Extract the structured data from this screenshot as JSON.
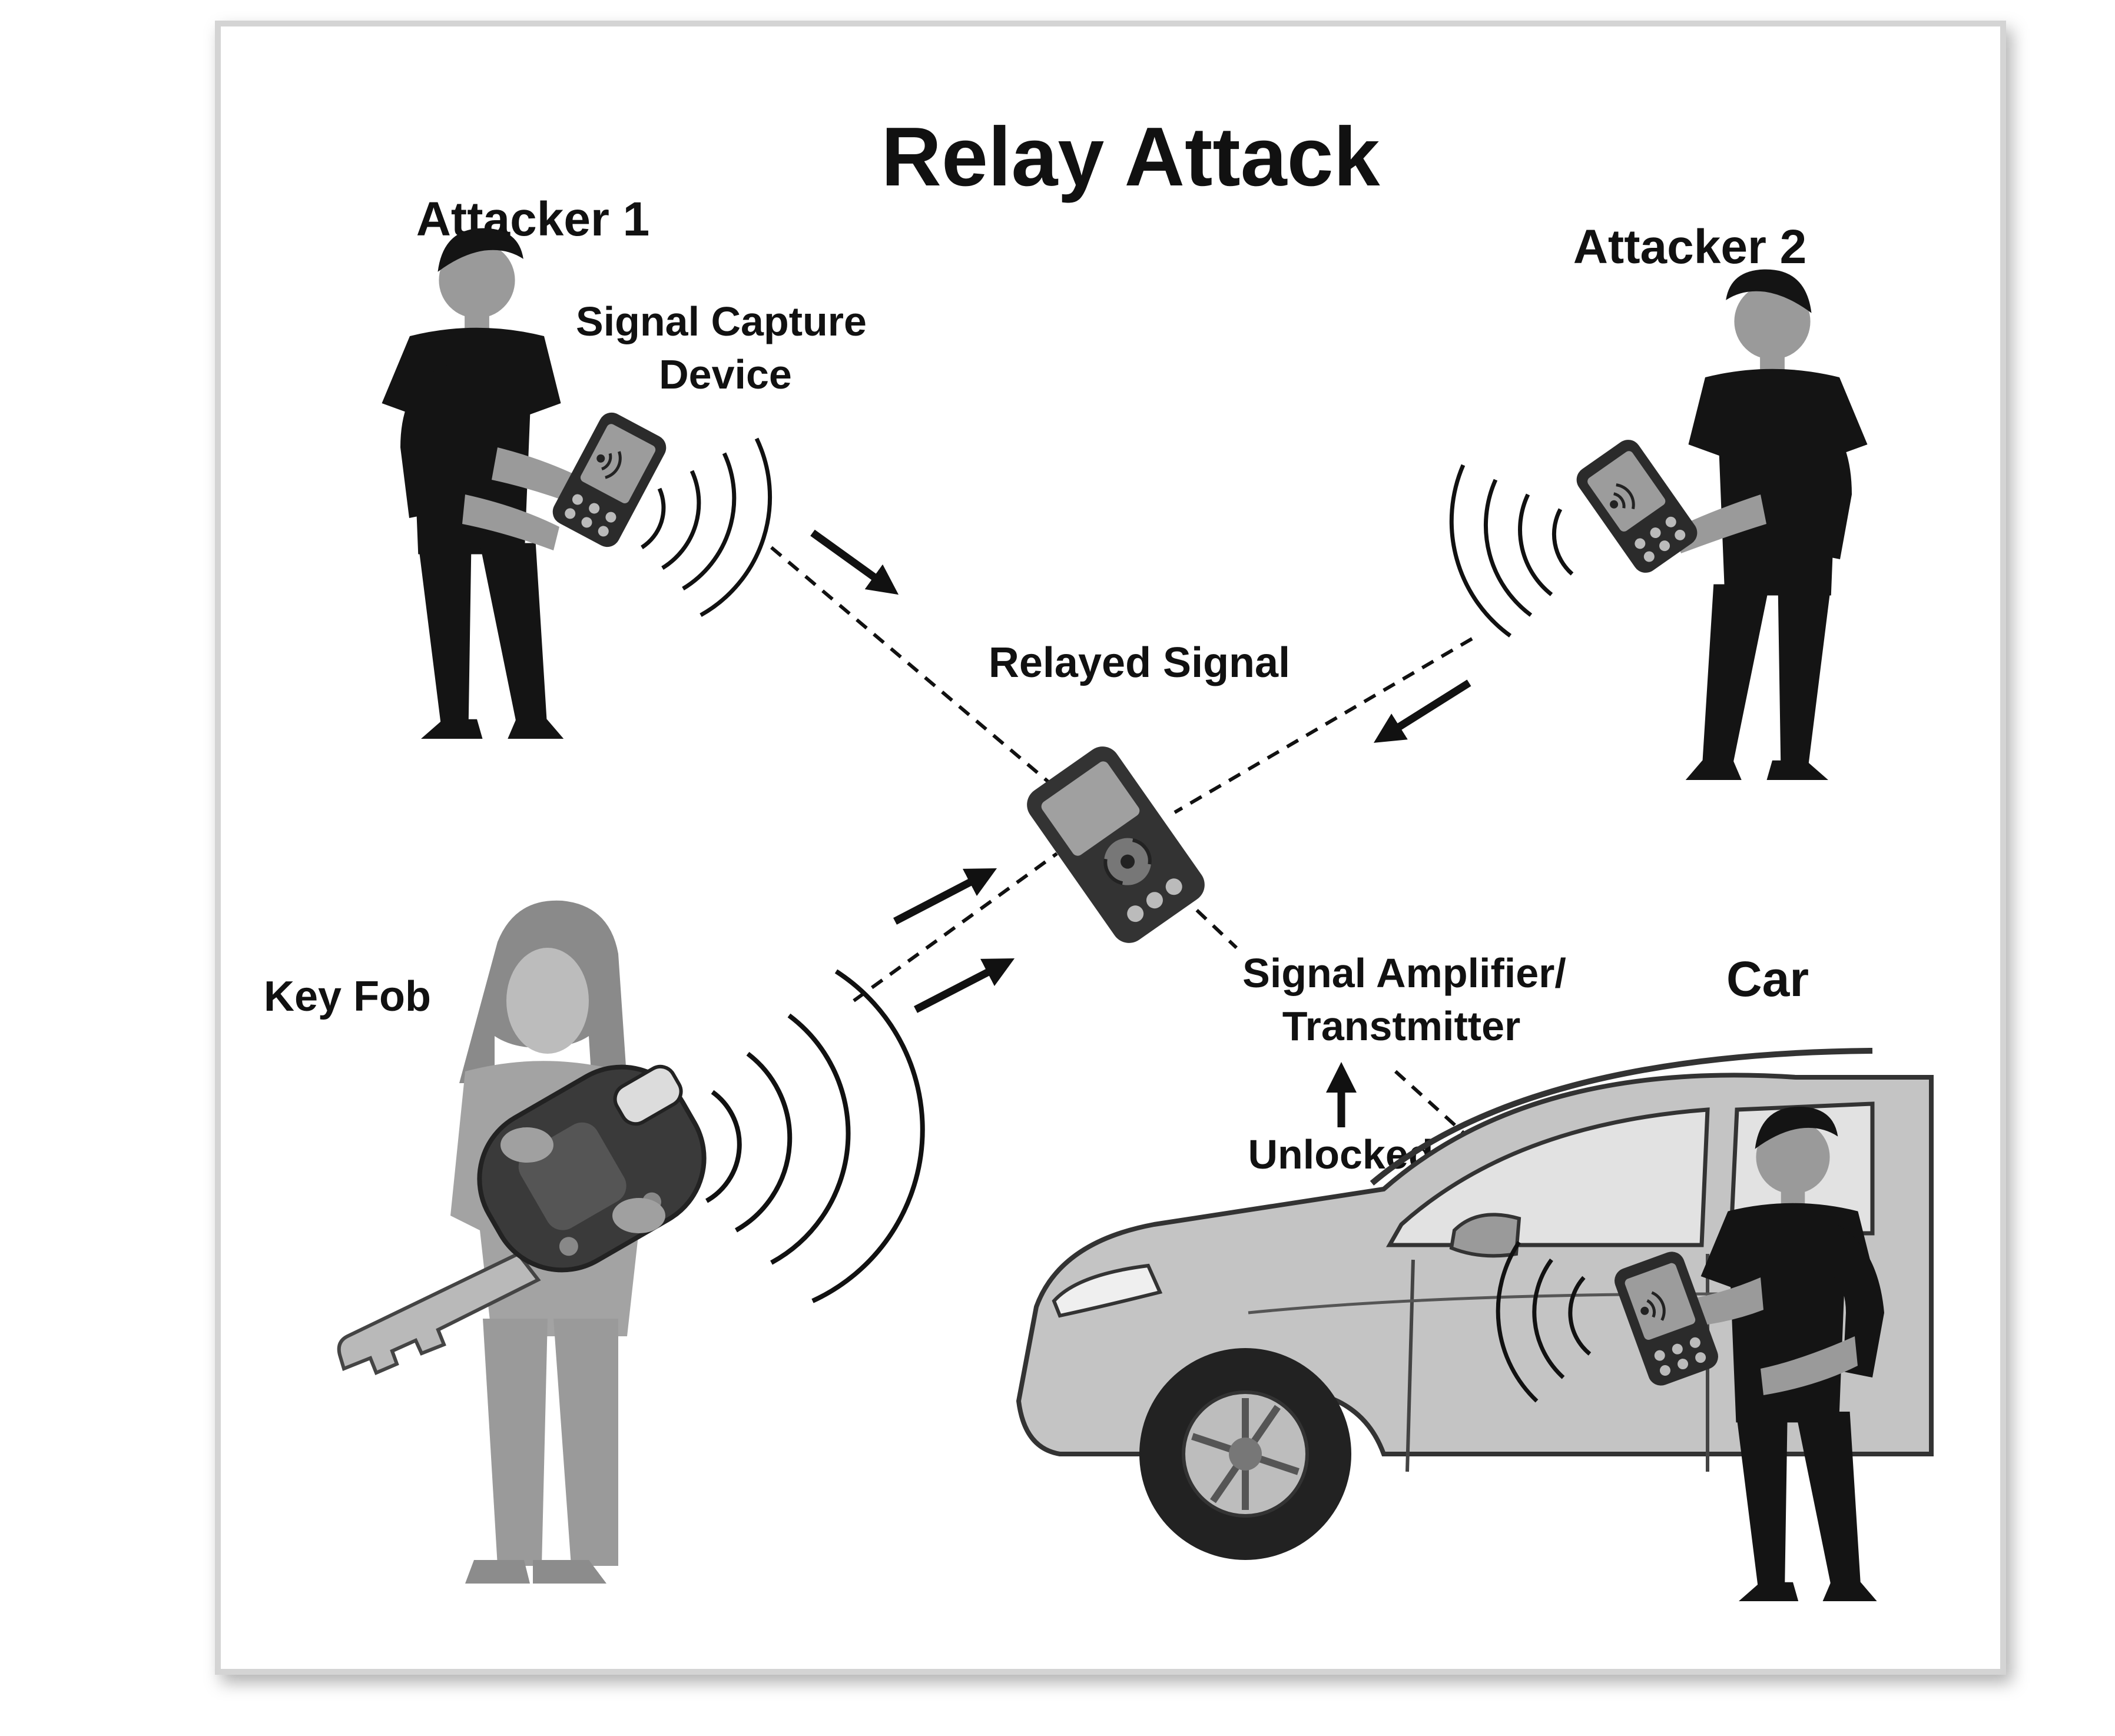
{
  "title": "Relay Attack",
  "labels": {
    "attacker1": "Attacker 1",
    "attacker2": "Attacker 2",
    "capture_line1": "Signal Capture",
    "capture_line2": "Device",
    "relayed": "Relayed Signal",
    "key_fob": "Key Fob",
    "amplifier_line1": "Signal Amplifier/",
    "amplifier_line2": "Transtmitter",
    "car": "Car",
    "unlocked": "Unlocked"
  },
  "colors": {
    "ink": "#111111",
    "person_dark": "#141414",
    "person_light": "#a7a7a7",
    "car_body": "#c4c4c4",
    "device": "#3a3a3a",
    "screen": "#9a9a9a",
    "frame_border": "#d2d2d2"
  },
  "icons": [
    "person-icon",
    "handheld-device-icon",
    "signal-waves-icon",
    "car-key-fob-icon",
    "car-icon",
    "arrow-icon"
  ]
}
